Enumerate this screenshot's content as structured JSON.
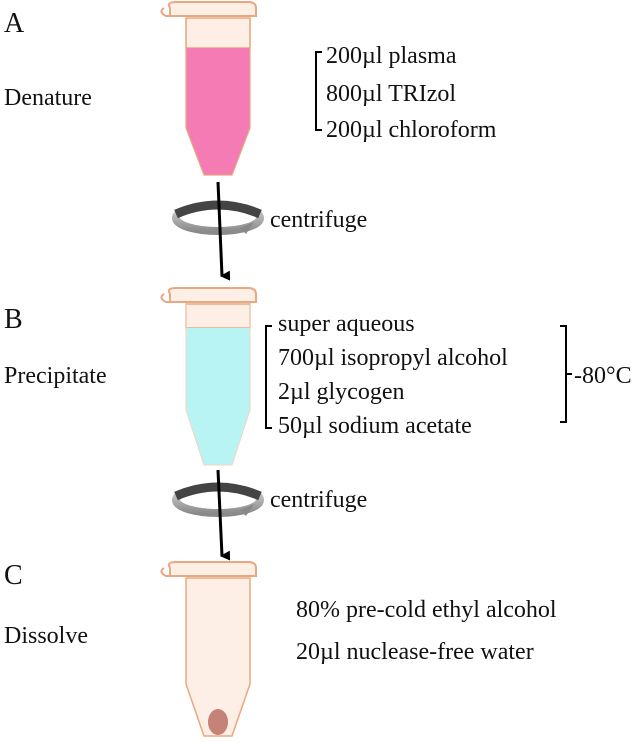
{
  "stages": [
    {
      "letter": "A",
      "name": "Denature",
      "items": [
        "200µl plasma",
        "800µl TRIzol",
        "200µl chloroform"
      ]
    },
    {
      "letter": "B",
      "name": "Precipitate",
      "items": [
        "super aqueous",
        "700µl isopropyl alcohol",
        "2µl glycogen",
        "50µl sodium  acetate"
      ],
      "temperature": "-80°C"
    },
    {
      "letter": "C",
      "name": "Dissolve",
      "items": [
        "80% pre-cold ethyl alcohol",
        "20µl nuclease-free water"
      ]
    }
  ],
  "steps": [
    "centrifuge",
    "centrifuge"
  ],
  "colors": {
    "tube_outline": "#e8a880",
    "tube_body": "#fdeee6",
    "plasma_fill": "#f47bb3",
    "aqueous_fill": "#b9f4f4",
    "pellet": "#c48278",
    "rotor": "#555555"
  }
}
